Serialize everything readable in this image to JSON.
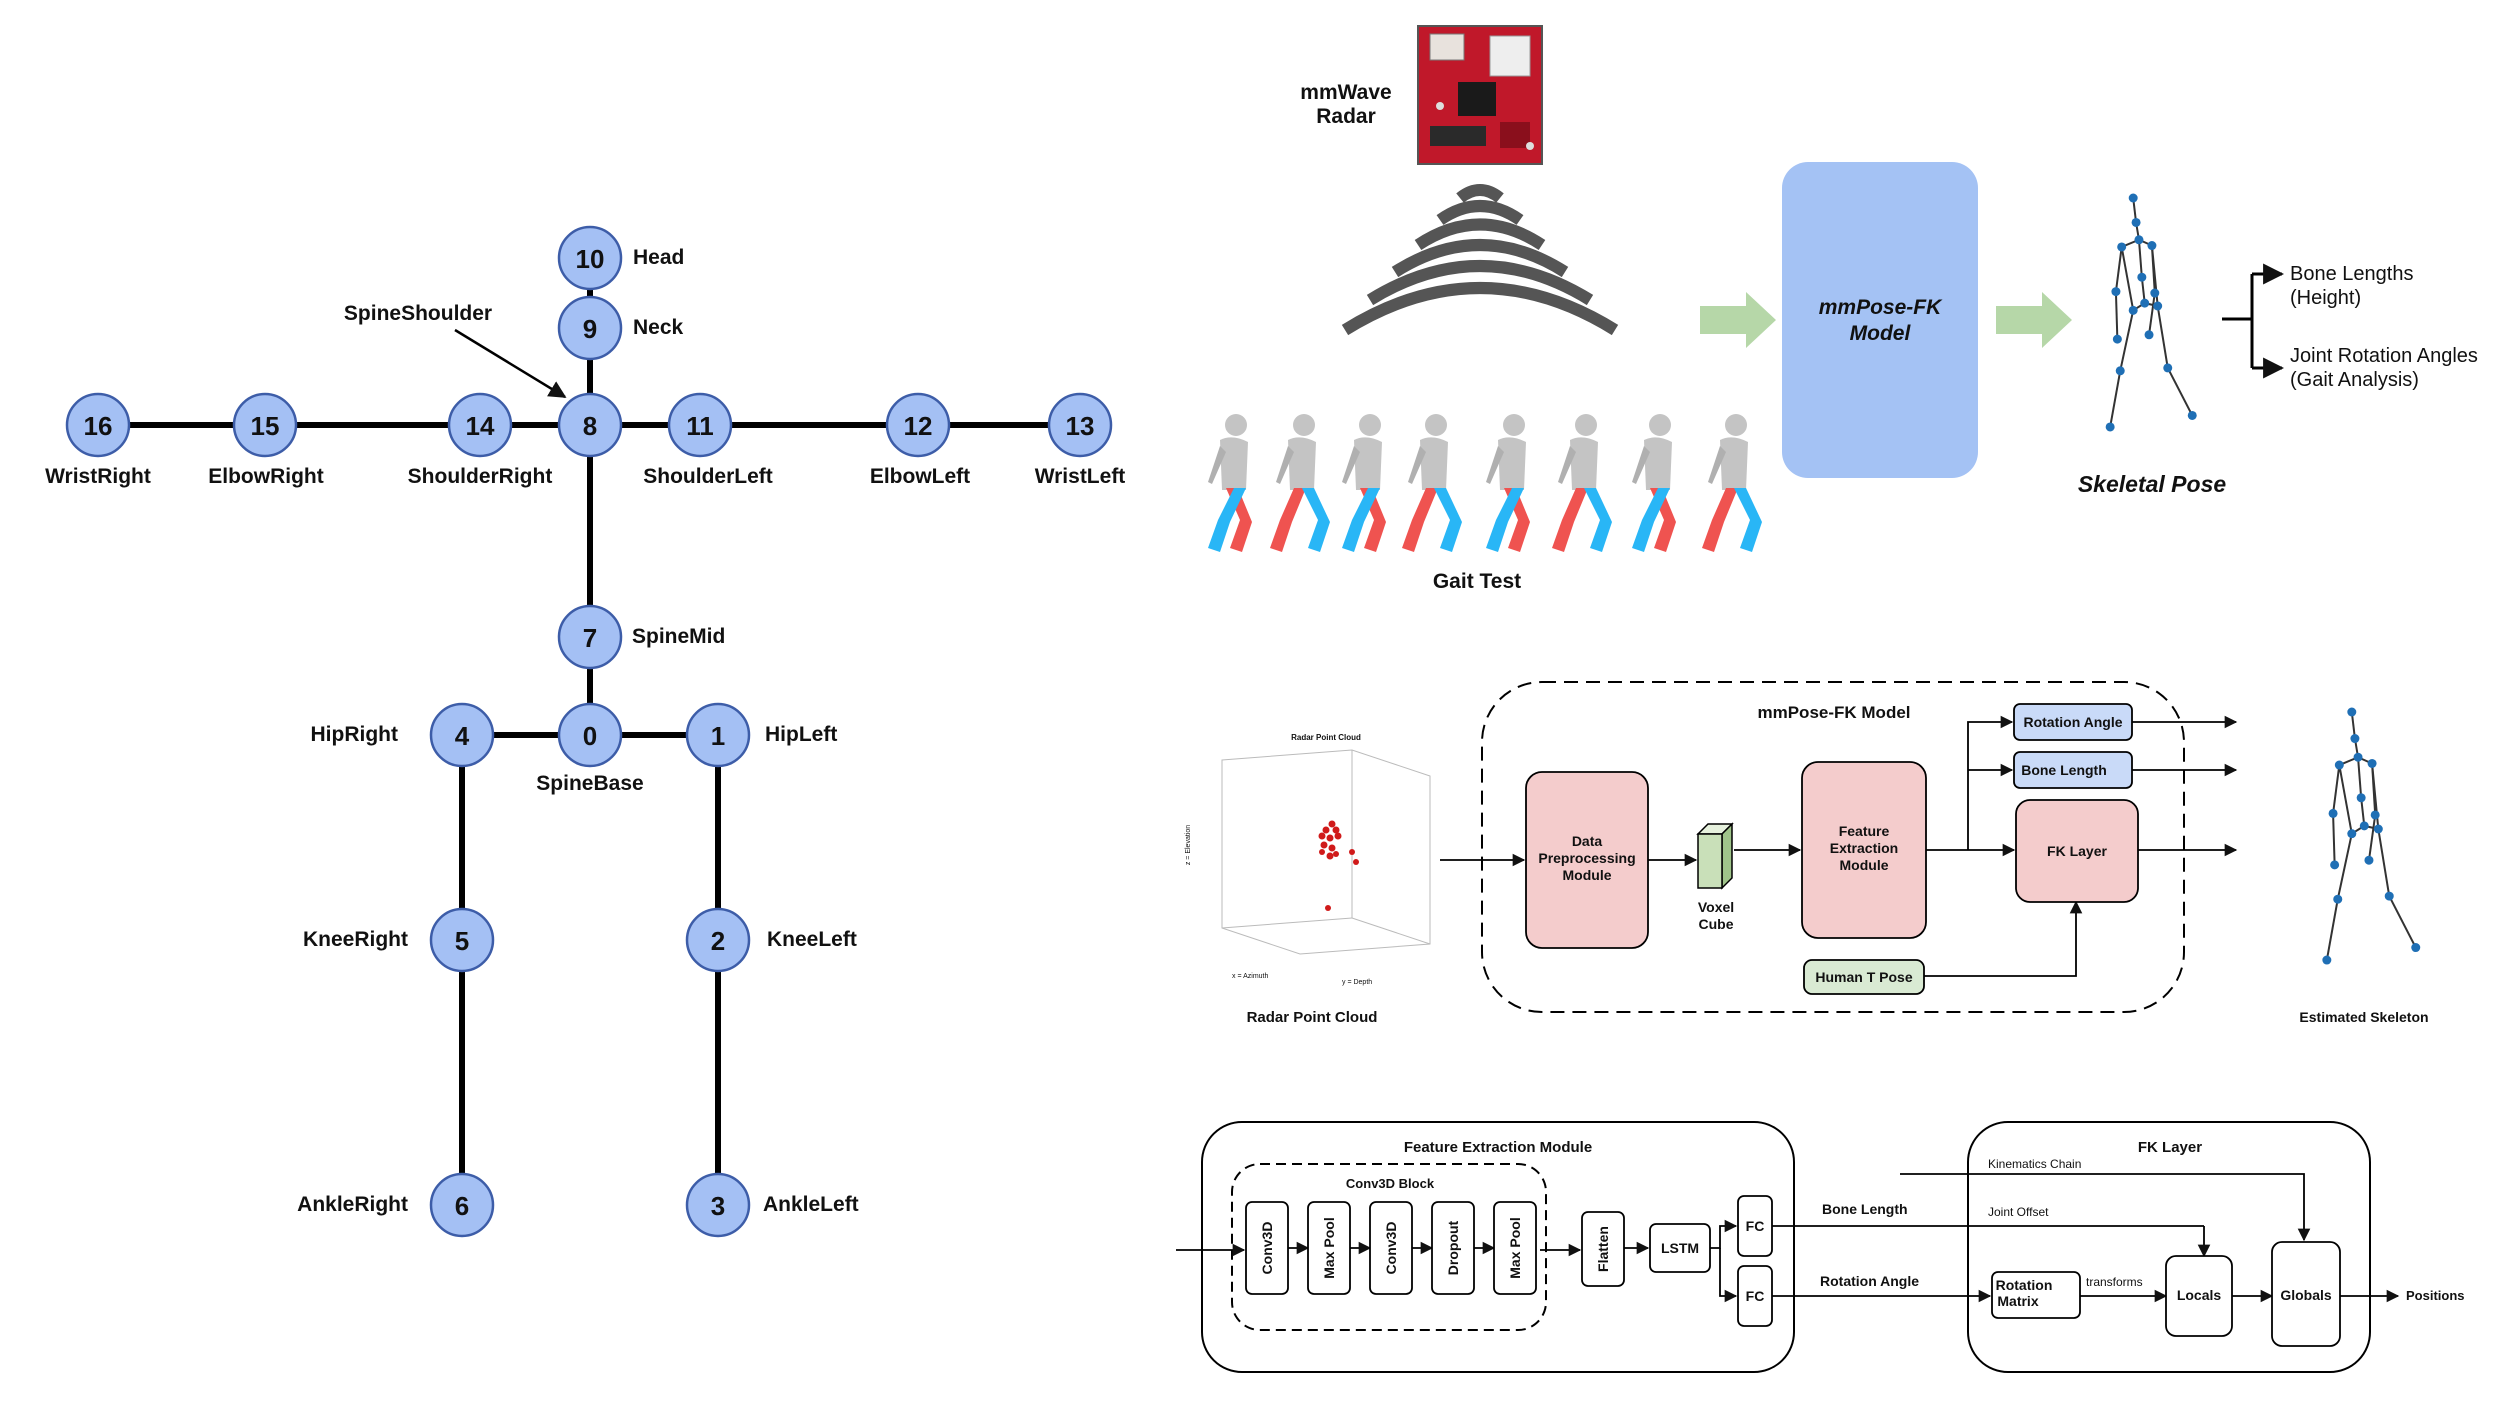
{
  "skeleton": {
    "joints": [
      {
        "id": "0",
        "label": "SpineBase"
      },
      {
        "id": "1",
        "label": "HipLeft"
      },
      {
        "id": "2",
        "label": "KneeLeft"
      },
      {
        "id": "3",
        "label": "AnkleLeft"
      },
      {
        "id": "4",
        "label": "HipRight"
      },
      {
        "id": "5",
        "label": "KneeRight"
      },
      {
        "id": "6",
        "label": "AnkleRight"
      },
      {
        "id": "7",
        "label": "SpineMid"
      },
      {
        "id": "8",
        "label": "SpineShoulder"
      },
      {
        "id": "9",
        "label": "Neck"
      },
      {
        "id": "10",
        "label": "Head"
      },
      {
        "id": "11",
        "label": "ShoulderLeft"
      },
      {
        "id": "12",
        "label": "ElbowLeft"
      },
      {
        "id": "13",
        "label": "WristLeft"
      },
      {
        "id": "14",
        "label": "ShoulderRight"
      },
      {
        "id": "15",
        "label": "ElbowRight"
      },
      {
        "id": "16",
        "label": "WristRight"
      }
    ]
  },
  "overview": {
    "radar_label_1": "mmWave",
    "radar_label_2": "Radar",
    "gait_label": "Gait Test",
    "model_label_1": "mmPose-FK",
    "model_label_2": "Model",
    "pose_label": "Skeletal Pose",
    "output_1a": "Bone Lengths",
    "output_1b": "(Height)",
    "output_2a": "Joint Rotation Angles",
    "output_2b": "(Gait Analysis)"
  },
  "architecture": {
    "point_cloud_title": "Radar Point Cloud",
    "point_cloud_label": "Radar Point Cloud",
    "axis_z": "z = Elevation",
    "axis_x": "x = Azimuth",
    "axis_y": "y = Depth",
    "model_title": "mmPose-FK Model",
    "preproc_1": "Data",
    "preproc_2": "Preprocessing",
    "preproc_3": "Module",
    "voxel_1": "Voxel",
    "voxel_2": "Cube",
    "feat_1": "Feature",
    "feat_2": "Extraction",
    "feat_3": "Module",
    "rotation_angle": "Rotation Angle",
    "bone_length": "Bone Length",
    "fk_layer": "FK Layer",
    "t_pose": "Human T Pose",
    "estimated_label": "Estimated Skeleton"
  },
  "fem": {
    "title": "Feature Extraction Module",
    "block_title": "Conv3D Block",
    "layers": [
      "Conv3D",
      "Max Pool",
      "Conv3D",
      "Dropout",
      "Max Pool"
    ],
    "flatten": "Flatten",
    "lstm": "LSTM",
    "fc": "FC",
    "bone_length": "Bone Length",
    "rotation_angle": "Rotation Angle"
  },
  "fk": {
    "title": "FK Layer",
    "kinematics": "Kinematics Chain",
    "joint_offset": "Joint Offset",
    "rotation_matrix_1": "Rotation",
    "rotation_matrix_2": "Matrix",
    "transforms": "transforms",
    "locals": "Locals",
    "globals": "Globals",
    "positions": "Positions"
  },
  "colors": {
    "joint_fill": "#a4c0f4",
    "joint_stroke": "#3d5da8",
    "model_fill": "#a4c2f4",
    "module_fill": "#f4cccc",
    "output_fill": "#c9daf8",
    "tpose_fill": "#d9ead3",
    "arrow_green": "#b6d7a8",
    "radar_red": "#c0182a",
    "wave_gray": "#555555",
    "leg_red": "#ef5350",
    "leg_blue": "#29b6f6",
    "body_gray": "#c4c4c4",
    "skeleton_joint": "#1f6fb5"
  }
}
